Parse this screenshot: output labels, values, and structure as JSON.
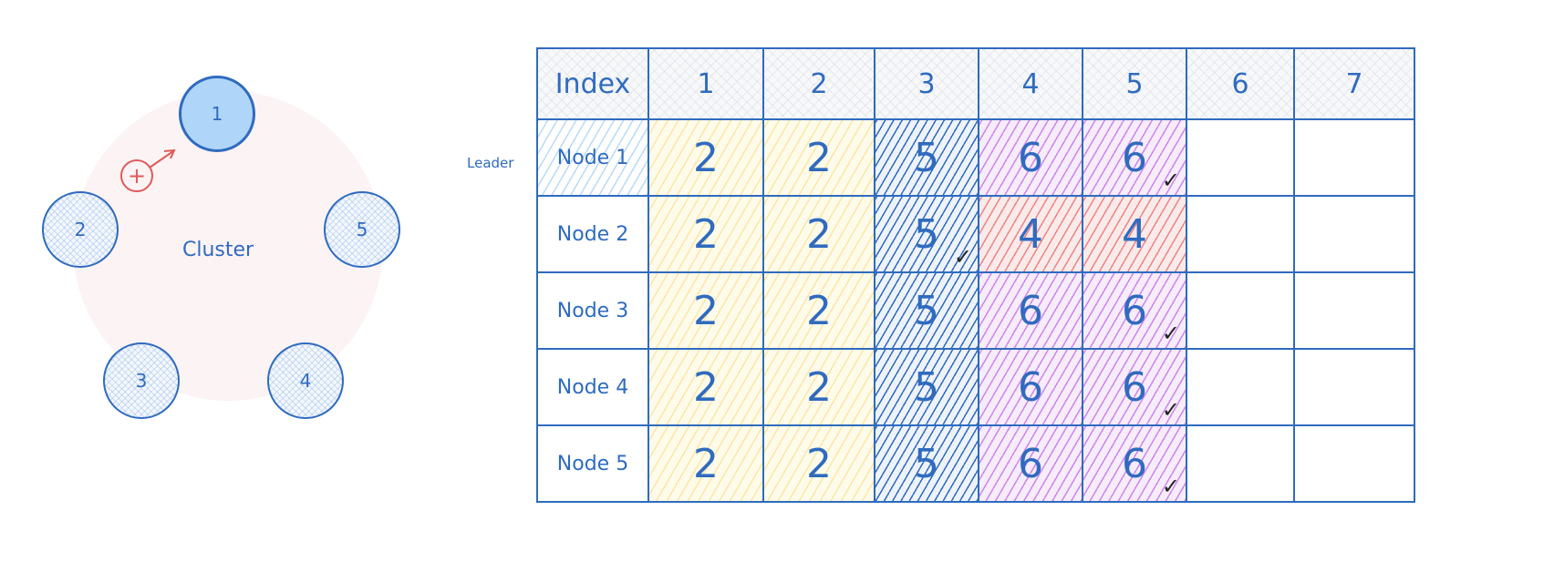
{
  "cluster": {
    "label": "Cluster",
    "add_icon": "plus-circle-icon",
    "nodes": [
      {
        "label": "1",
        "leader": true
      },
      {
        "label": "2"
      },
      {
        "label": "3"
      },
      {
        "label": "4"
      },
      {
        "label": "5"
      }
    ]
  },
  "table": {
    "leader_tag": "Leader",
    "header": [
      "Index",
      "1",
      "2",
      "3",
      "4",
      "5",
      "6",
      "7"
    ],
    "rows": [
      {
        "label": "Node 1",
        "cells": [
          "2",
          "2",
          "5",
          "6",
          "6",
          "",
          ""
        ],
        "check_col": 5
      },
      {
        "label": "Node 2",
        "cells": [
          "2",
          "2",
          "5",
          "4",
          "4",
          "",
          ""
        ],
        "check_col": 3
      },
      {
        "label": "Node 3",
        "cells": [
          "2",
          "2",
          "5",
          "6",
          "6",
          "",
          ""
        ],
        "check_col": 5
      },
      {
        "label": "Node 4",
        "cells": [
          "2",
          "2",
          "5",
          "6",
          "6",
          "",
          ""
        ],
        "check_col": 5
      },
      {
        "label": "Node 5",
        "cells": [
          "2",
          "2",
          "5",
          "6",
          "6",
          "",
          ""
        ],
        "check_col": 5
      }
    ],
    "check_mark": "✓"
  },
  "colors": {
    "term2": "#f7d76e",
    "term5": "#2f6bbf",
    "term6": "#be5ae6",
    "term4": "#e65a5a",
    "line": "#2f6bbf"
  }
}
